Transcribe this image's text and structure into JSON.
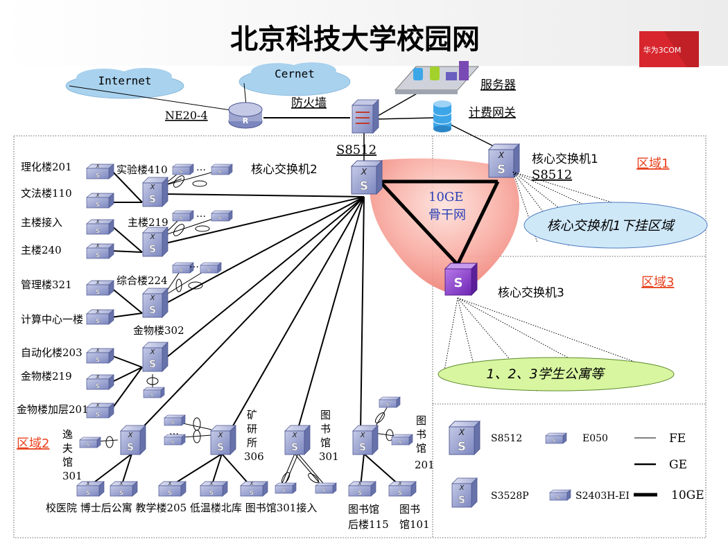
{
  "title": "北京科技大学校园网",
  "logo": {
    "text": "华为3COM",
    "color": "#d8262e"
  },
  "top": {
    "clouds": [
      "Internet",
      "Cernet"
    ],
    "router_label": "NE20-4",
    "firewall_label": "防火墙",
    "server_label": "服务器",
    "billing_label": "计费网关"
  },
  "core": {
    "core1_name": "核心交换机1",
    "core1_model": "S8512",
    "core2_model": "S8512",
    "core2_name": "核心交换机2",
    "core3_name": "核心交换机3",
    "backbone": "10GE",
    "backbone2": "骨干网"
  },
  "regions": {
    "r1": "区域1",
    "r2": "区域2",
    "r3": "区域3",
    "r1_area": "核心交换机1下挂区域",
    "r3_area": "1、2、3学生公寓等"
  },
  "buildings_left": [
    "理化楼201",
    "文法楼110",
    "主楼接入",
    "主楼240",
    "管理楼321",
    "计算中心一楼",
    "自动化楼203",
    "金物楼219",
    "金物楼加层201"
  ],
  "buildings_mid": [
    "实验楼410",
    "主楼219",
    "综合楼224",
    "金物楼302"
  ],
  "dots": "…",
  "vertical_labels": {
    "yifu": [
      "逸",
      "夫",
      "馆",
      "301"
    ],
    "kuang": [
      "矿",
      "研",
      "所",
      "306"
    ],
    "tsg301": [
      "图",
      "书",
      "馆",
      "301"
    ],
    "tsg201": [
      "图",
      "书",
      "馆",
      "201"
    ]
  },
  "bottom": {
    "row": "校医院 博士后公寓 教学楼205 低温楼北库 图书馆301接入",
    "hou1": "图书馆",
    "hou2": "后楼115",
    "tsg101a": "图书",
    "tsg101b": "馆101"
  },
  "legend": {
    "s8512": "S8512",
    "e050": "E050",
    "s3528p": "S3528P",
    "s2403": "S2403H-EI",
    "fe": "FE",
    "ge": "GE",
    "tenge": "10GE"
  },
  "colors": {
    "switch_face": "#9ea6cf",
    "switch_side": "#6b7ab0",
    "core3_face": "#8a3ccf",
    "region_text": "#e8401c",
    "ellipse_blue": "#cfe8f8",
    "ellipse_green": "#d8f5a0",
    "cloud": "#a9d2ee",
    "cone": "#f7a59a"
  }
}
